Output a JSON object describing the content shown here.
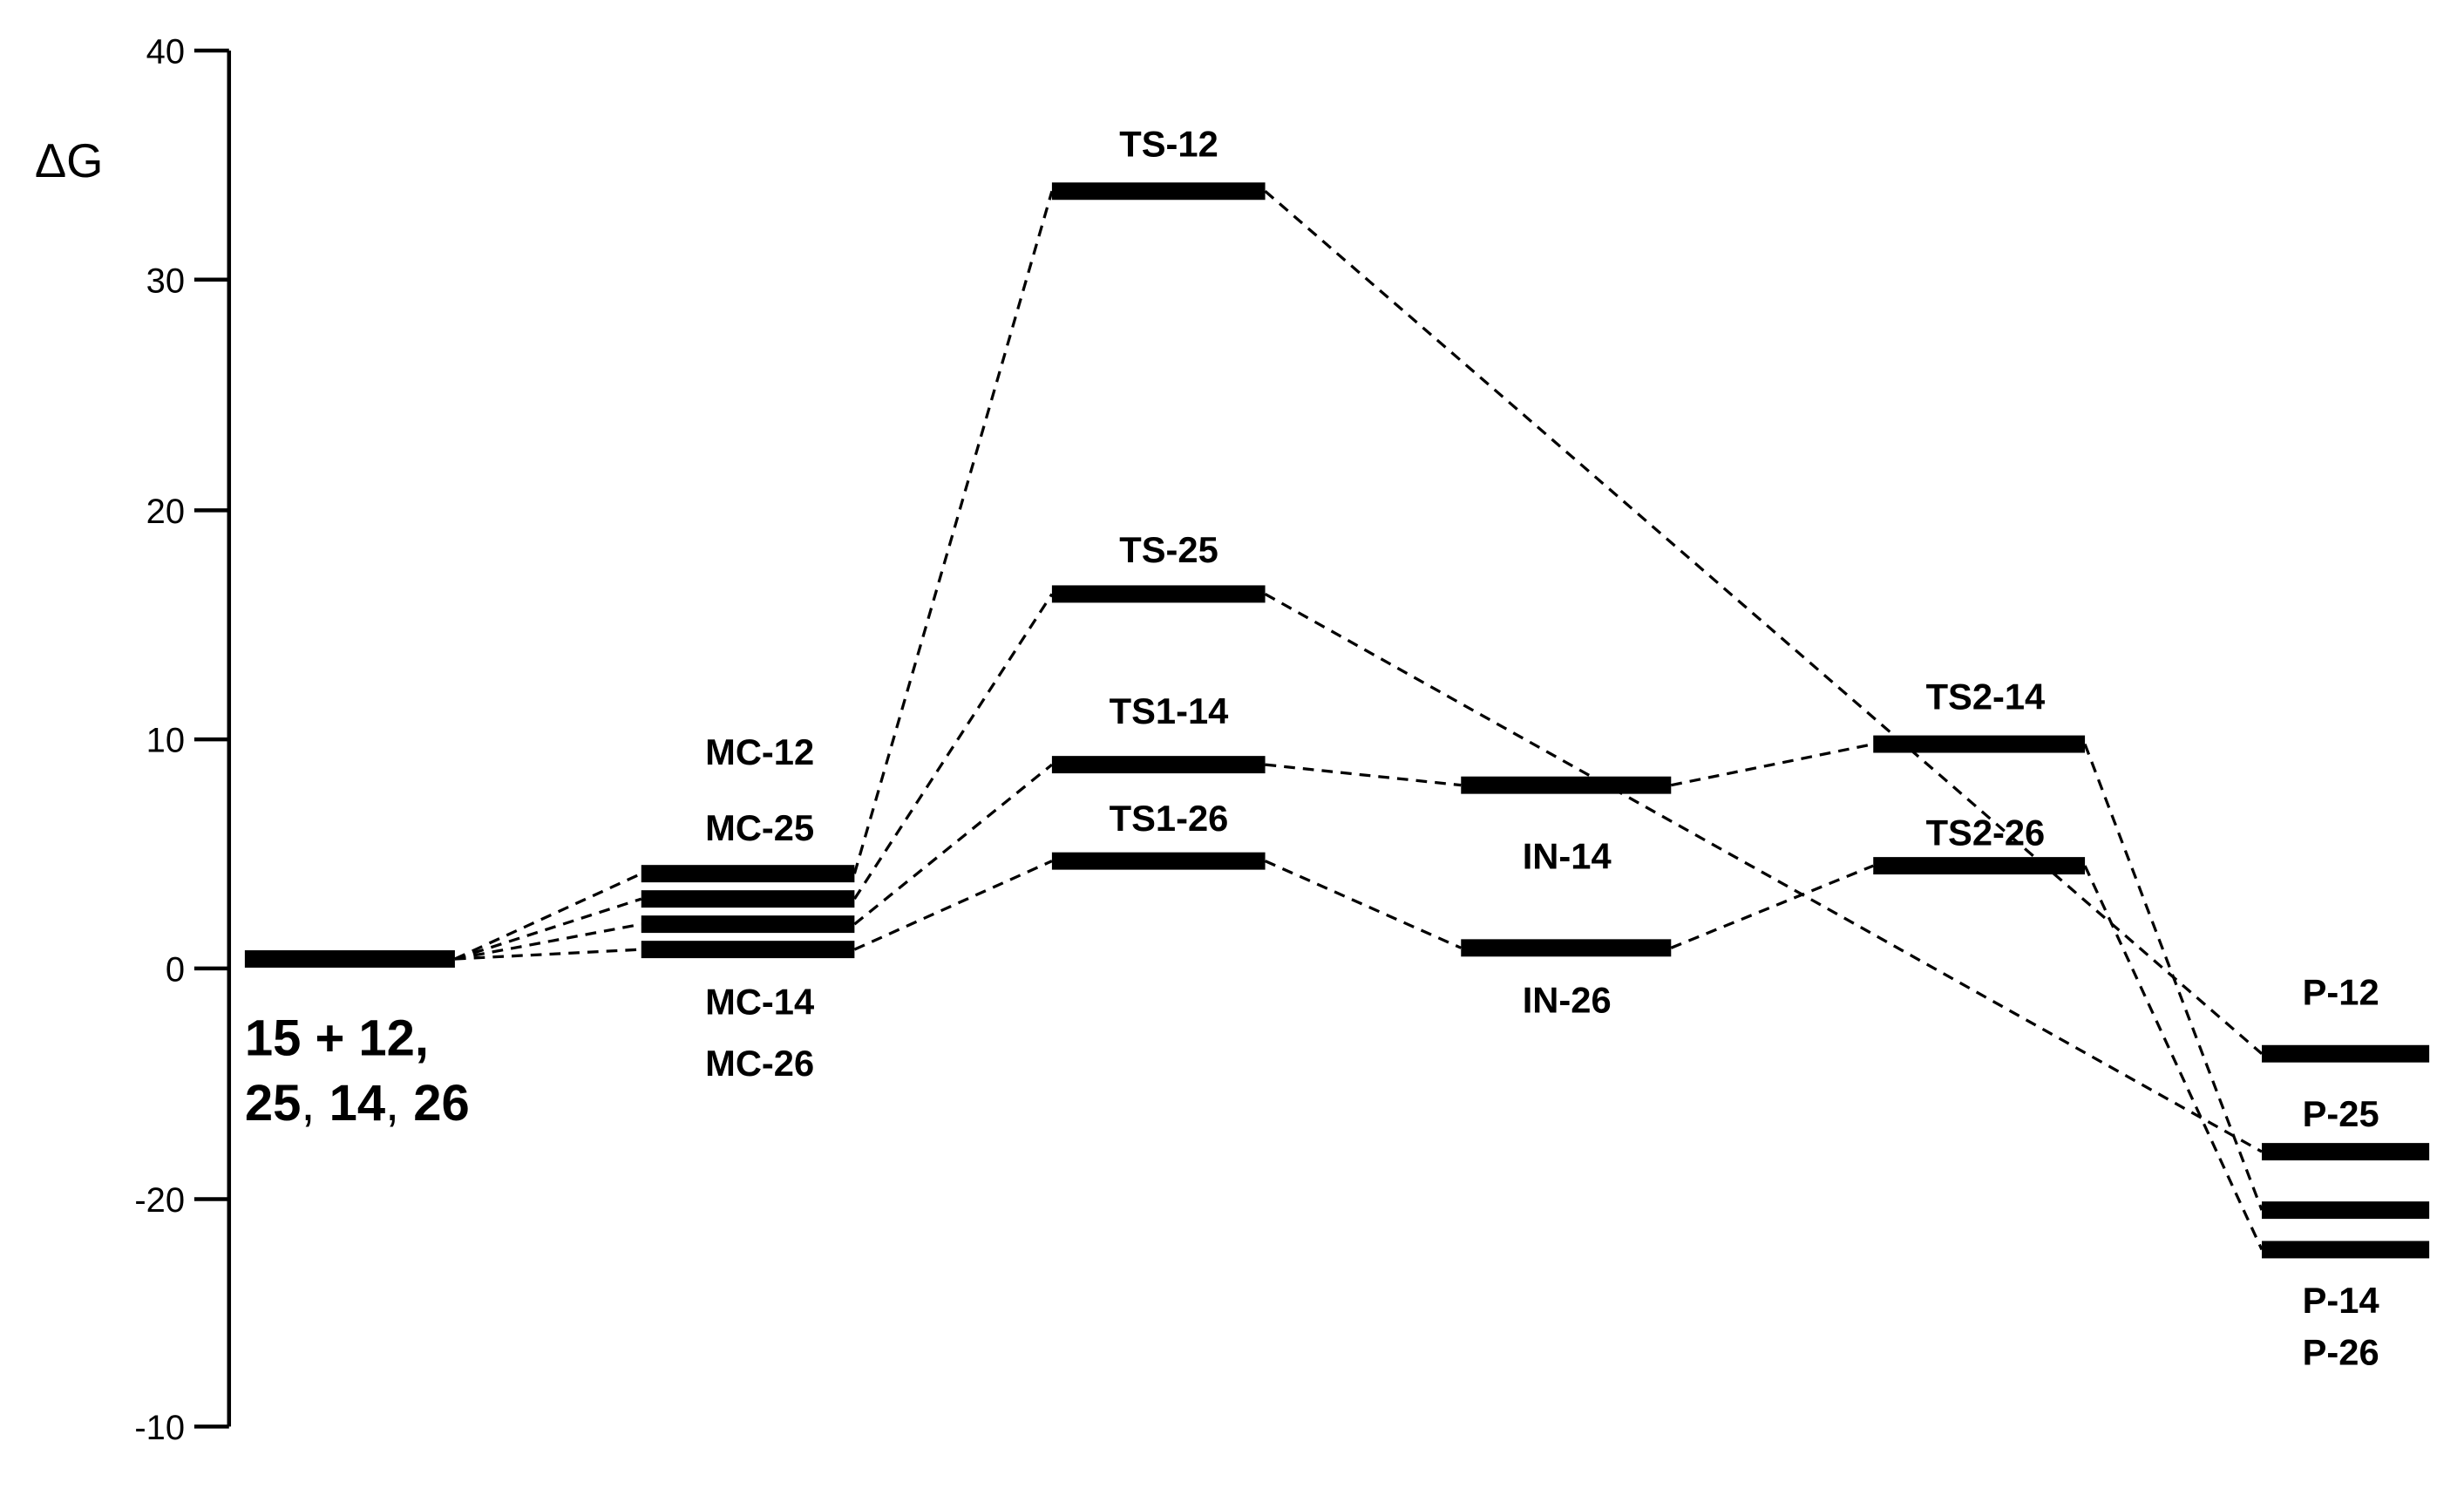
{
  "chart_data": {
    "type": "energy-diagram",
    "title": "",
    "ylabel": "ΔG",
    "xlabel": "",
    "yticks": [
      {
        "label": "40",
        "y": 32
      },
      {
        "label": "30",
        "y": 177
      },
      {
        "label": "20",
        "y": 323
      },
      {
        "label": "10",
        "y": 468
      },
      {
        "label": "0",
        "y": 613
      },
      {
        "label": "-20",
        "y": 759
      },
      {
        "label": "-10",
        "y": 903
      }
    ],
    "ylim": [
      -10,
      40
    ],
    "grid": false,
    "legend": null,
    "levels": [
      {
        "id": "R",
        "label": "",
        "value": 0.3,
        "x1": 155,
        "x2": 288,
        "y": 607
      },
      {
        "id": "MC-12",
        "label": "MC-12",
        "value": 3.5,
        "x1": 406,
        "x2": 541,
        "y": 553
      },
      {
        "id": "MC-25",
        "label": "MC-25",
        "value": 2.5,
        "x1": 406,
        "x2": 541,
        "y": 569
      },
      {
        "id": "MC-14",
        "label": "MC-14",
        "value": 1.6,
        "x1": 406,
        "x2": 541,
        "y": 585
      },
      {
        "id": "MC-26",
        "label": "MC-26",
        "value": 0.7,
        "x1": 406,
        "x2": 541,
        "y": 601
      },
      {
        "id": "TS-12",
        "label": "TS-12",
        "value": 33.8,
        "x1": 666,
        "x2": 801,
        "y": 121
      },
      {
        "id": "TS-25",
        "label": "TS-25",
        "value": 16.2,
        "x1": 666,
        "x2": 801,
        "y": 376
      },
      {
        "id": "TS1-14",
        "label": "TS1-14",
        "value": 8.8,
        "x1": 666,
        "x2": 801,
        "y": 484
      },
      {
        "id": "TS1-26",
        "label": "TS1-26",
        "value": 4.6,
        "x1": 666,
        "x2": 801,
        "y": 545
      },
      {
        "id": "IN-14",
        "label": "IN-14",
        "value": 7.8,
        "x1": 925,
        "x2": 1058,
        "y": 497
      },
      {
        "id": "IN-26",
        "label": "IN-26",
        "value": 0.8,
        "x1": 925,
        "x2": 1058,
        "y": 600
      },
      {
        "id": "TS2-14",
        "label": "TS2-14",
        "value": 9.7,
        "x1": 1186,
        "x2": 1320,
        "y": 471
      },
      {
        "id": "TS2-26",
        "label": "TS2-26",
        "value": 4.4,
        "x1": 1186,
        "x2": 1320,
        "y": 548
      },
      {
        "id": "P-12",
        "label": "P-12",
        "value": -18,
        "x1": 1432,
        "x2": 1538,
        "y": 667
      },
      {
        "id": "P-25",
        "label": "P-25",
        "value": -19.7,
        "x1": 1432,
        "x2": 1538,
        "y": 729
      },
      {
        "id": "P-14",
        "label": "P-14",
        "value": -20.5,
        "x1": 1432,
        "x2": 1538,
        "y": 766
      },
      {
        "id": "P-26",
        "label": "P-26",
        "value": -22.2,
        "x1": 1432,
        "x2": 1538,
        "y": 791
      }
    ],
    "connections": [
      [
        "R",
        "MC-12"
      ],
      [
        "R",
        "MC-25"
      ],
      [
        "R",
        "MC-14"
      ],
      [
        "R",
        "MC-26"
      ],
      [
        "MC-12",
        "TS-12"
      ],
      [
        "MC-25",
        "TS-25"
      ],
      [
        "MC-14",
        "TS1-14"
      ],
      [
        "MC-26",
        "TS1-26"
      ],
      [
        "TS-12",
        "P-12"
      ],
      [
        "TS-25",
        "P-25"
      ],
      [
        "TS1-14",
        "IN-14"
      ],
      [
        "TS1-26",
        "IN-26"
      ],
      [
        "IN-14",
        "TS2-14"
      ],
      [
        "IN-26",
        "TS2-26"
      ],
      [
        "TS2-14",
        "P-14"
      ],
      [
        "TS2-26",
        "P-26"
      ]
    ]
  },
  "labels": {
    "axis_title": "ΔG",
    "reactant_line1_bold": "15",
    "reactant_line1_rest": " + 12,",
    "reactant_line2_a": "25",
    "reactant_line2_b": ", ",
    "reactant_line2_c": "14",
    "reactant_line2_d": ", ",
    "reactant_line2_e": "26"
  }
}
